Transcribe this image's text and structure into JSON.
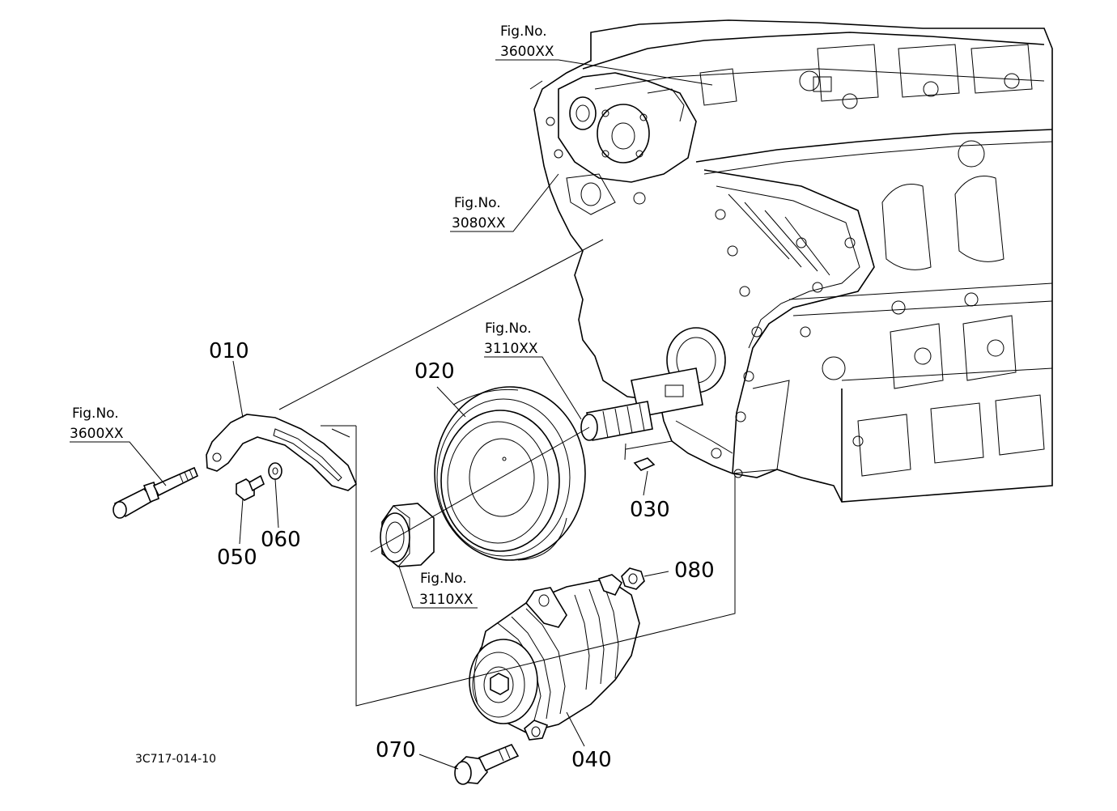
{
  "fig_refs": [
    {
      "id": "fig-3600-top",
      "line1": "Fig.No.",
      "line2": "3600XX"
    },
    {
      "id": "fig-3080",
      "line1": "Fig.No.",
      "line2": "3080XX"
    },
    {
      "id": "fig-3110-shaft",
      "line1": "Fig.No.",
      "line2": "3110XX"
    },
    {
      "id": "fig-3600-left",
      "line1": "Fig.No.",
      "line2": "3600XX"
    },
    {
      "id": "fig-3110-nut",
      "line1": "Fig.No.",
      "line2": "3110XX"
    }
  ],
  "parts": {
    "p010": "010",
    "p020": "020",
    "p030": "030",
    "p040": "040",
    "p050": "050",
    "p060": "060",
    "p070": "070",
    "p080": "080"
  },
  "drawing_code": "3C717-014-10"
}
